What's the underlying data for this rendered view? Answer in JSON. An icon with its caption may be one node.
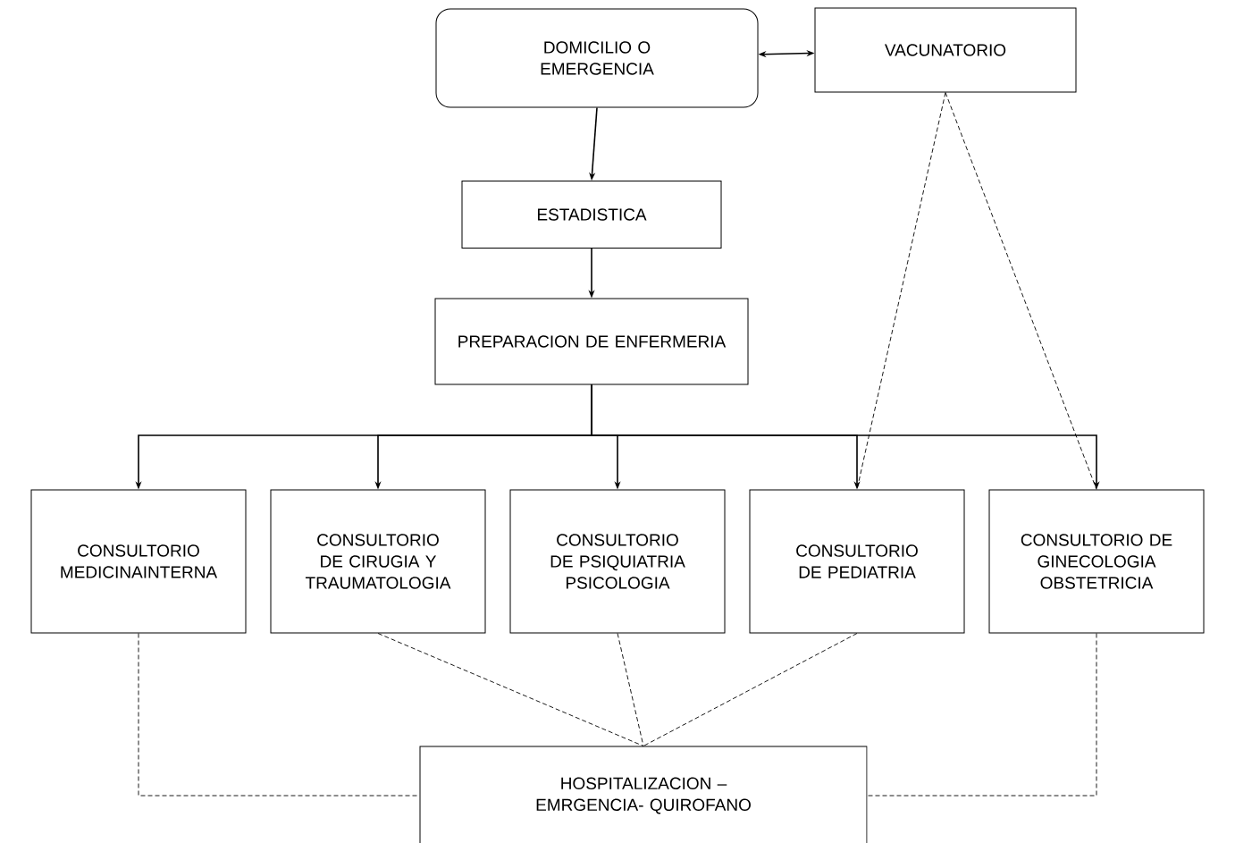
{
  "diagram": {
    "nodes": [
      {
        "text": [
          "DOMICILIO O EMERGENCIA"
        ]
      },
      {
        "text": [
          "VACUNATORIO"
        ]
      },
      {
        "text": [
          "ESTADISTICA"
        ]
      },
      {
        "text": [
          "PREPARACION DE ENFERMERIA"
        ]
      },
      {
        "text": [
          "CONSULTORIO MEDICINAINTERNA"
        ]
      },
      {
        "text": [
          "CONSULTORIO DE CIRUGIA Y TRAUMATOLOGIA"
        ]
      },
      {
        "text": [
          "CONSULTORIO DE PSIQUIATRIA PSICOLOGIA"
        ]
      },
      {
        "text": [
          "CONSULTORIO DE PEDIATRIA"
        ]
      },
      {
        "text": [
          "CONSULTORIO DE GINECOLOGIA OBSTETRICIA"
        ]
      },
      {
        "text": [
          "HOSPITALIZACION – EMRGENCIA- QUIROFANO"
        ]
      }
    ],
    "edges": [
      {
        "from": 0,
        "to": 1,
        "arrow": "both"
      },
      {
        "from": 0,
        "to": 2,
        "arrow": "to"
      },
      {
        "from": 2,
        "to": 3,
        "arrow": "to"
      },
      {
        "from": 3,
        "to": 4,
        "arrow": "to"
      },
      {
        "from": 3,
        "to": 5,
        "arrow": "to"
      },
      {
        "from": 3,
        "to": 6,
        "arrow": "to"
      },
      {
        "from": 3,
        "to": 7,
        "arrow": "to"
      },
      {
        "from": 3,
        "to": 8,
        "arrow": "to"
      },
      {
        "from": 1,
        "to": 7,
        "arrow": "none",
        "style": "dashed"
      },
      {
        "from": 1,
        "to": 8,
        "arrow": "none",
        "style": "dashed"
      },
      {
        "from": 4,
        "to": 9,
        "arrow": "none",
        "style": "dashed"
      },
      {
        "from": 5,
        "to": 9,
        "arrow": "none",
        "style": "dashed"
      },
      {
        "from": 6,
        "to": 9,
        "arrow": "none",
        "style": "dashed"
      },
      {
        "from": 7,
        "to": 9,
        "arrow": "none",
        "style": "dashed"
      },
      {
        "from": 8,
        "to": 9,
        "arrow": "none",
        "style": "dashed"
      }
    ]
  }
}
